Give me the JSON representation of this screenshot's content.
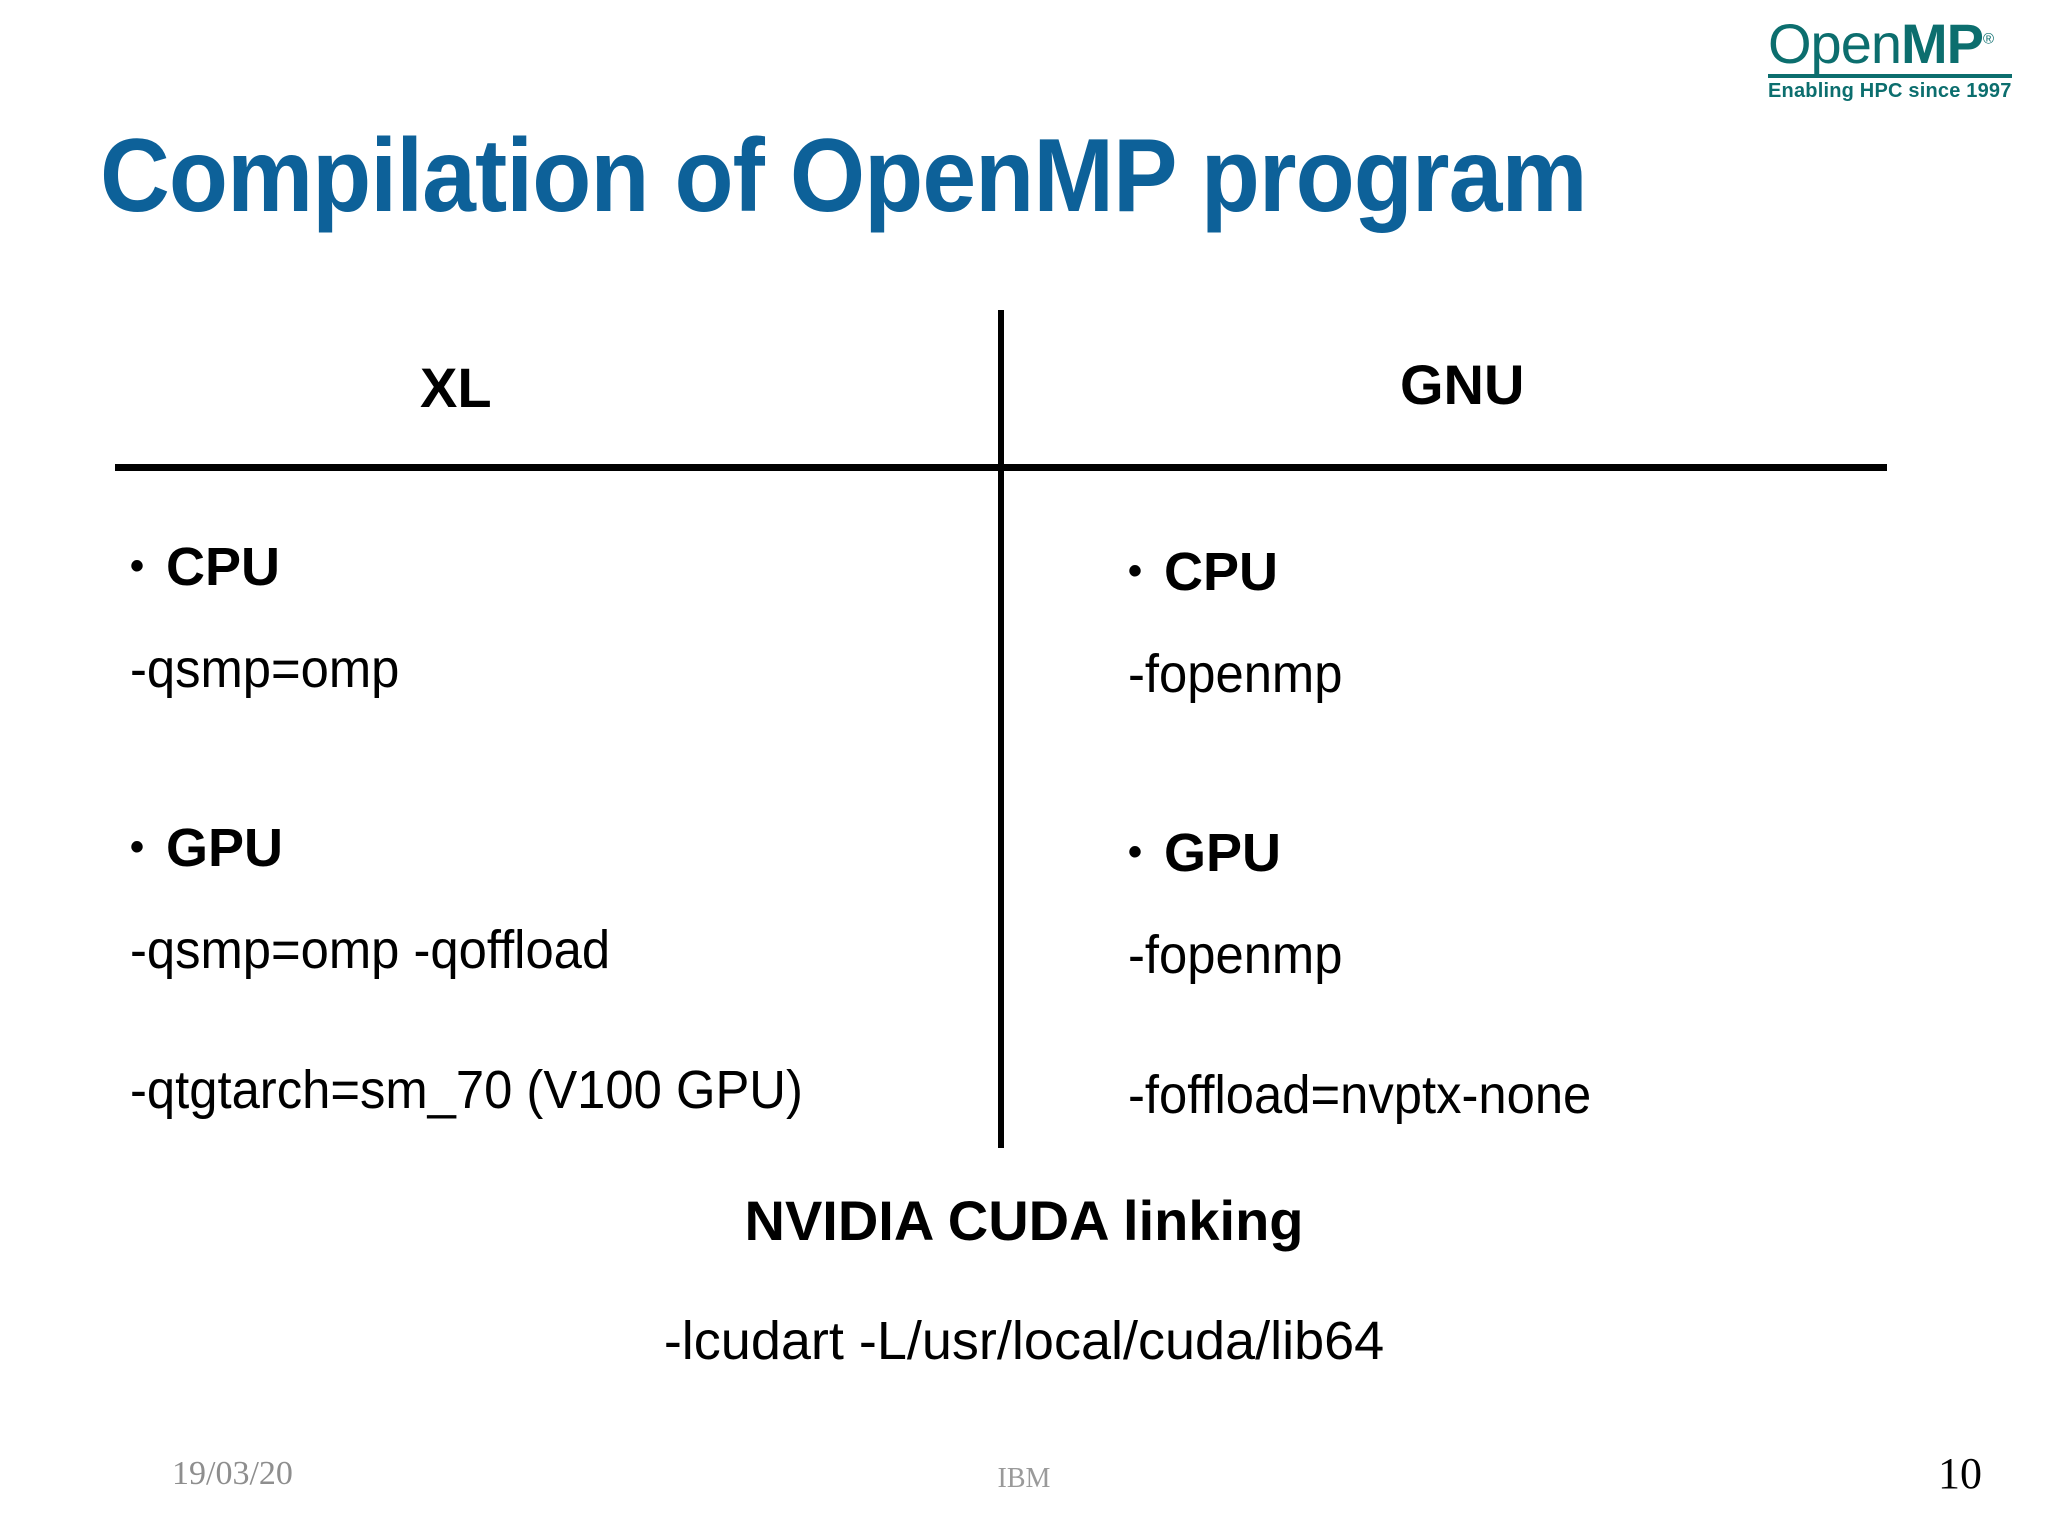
{
  "logo": {
    "word_open": "Open",
    "word_mp": "MP",
    "registered": "®",
    "tagline": "Enabling HPC since 1997",
    "color": "#0C6E6E"
  },
  "title": {
    "text": "Compilation of OpenMP program",
    "color": "#0D6199"
  },
  "table": {
    "columns": [
      {
        "header": "XL",
        "sections": [
          {
            "label": "CPU",
            "bullet": "•",
            "lines": [
              "-qsmp=omp"
            ]
          },
          {
            "label": "GPU",
            "bullet": "•",
            "lines": [
              "-qsmp=omp -qoffload",
              "-qtgtarch=sm_70 (V100 GPU)"
            ]
          }
        ]
      },
      {
        "header": "GNU",
        "sections": [
          {
            "label": "CPU",
            "bullet": "•",
            "lines": [
              "-fopenmp"
            ]
          },
          {
            "label": "GPU",
            "bullet": "•",
            "lines": [
              "-fopenmp",
              "-foffload=nvptx-none"
            ]
          }
        ]
      }
    ]
  },
  "cuda": {
    "title": "NVIDIA CUDA linking",
    "flags": "-lcudart -L/usr/local/cuda/lib64"
  },
  "footer": {
    "date": "19/03/20",
    "organization": "IBM",
    "page_number": "10"
  }
}
